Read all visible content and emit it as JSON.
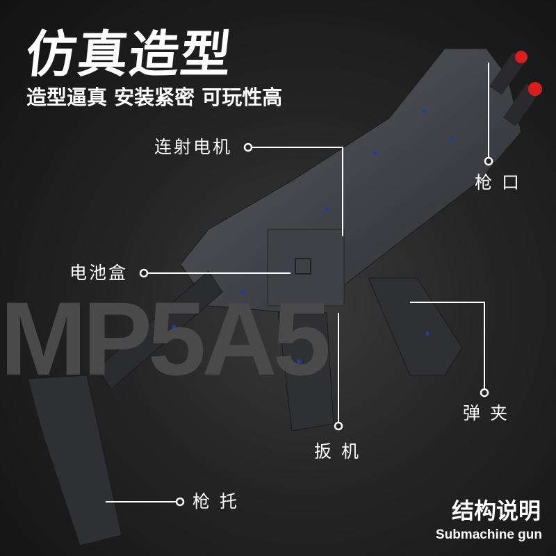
{
  "watermark": "MP5A5",
  "headline": "仿真造型",
  "subheadline": "造型逼真 安装紧密 可玩性高",
  "callouts": {
    "motor": "连射电机",
    "muzzle": "枪 口",
    "battery": "电池盒",
    "magazine": "弹 夹",
    "trigger": "扳 机",
    "stock": "枪 托"
  },
  "footer": {
    "title": "结构说明",
    "subtitle": "Submachine gun"
  },
  "colors": {
    "accent_red": "#d81e1e",
    "brick_blue": "#1f3f9a",
    "body": "#3b3d42"
  }
}
